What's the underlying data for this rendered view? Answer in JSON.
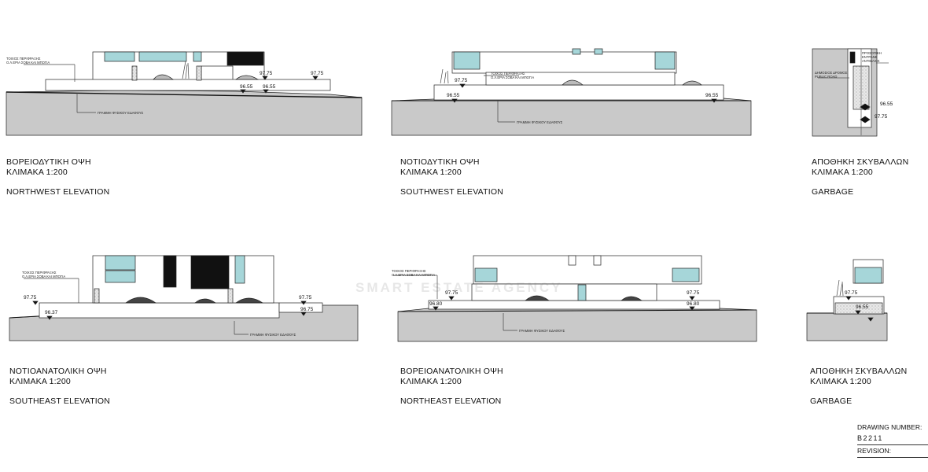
{
  "panels": [
    {
      "id": "nw",
      "title_gr": "ΒΟΡΕΙΟΔΥΤΙΚΗ ΟΨΗ",
      "scale": "ΚΛΙΜΑΚΑ 1:200",
      "title_en": "NORTHWEST ELEVATION",
      "note_fence": "ΤΟΙΧΟΣ ΠΕΡΙΦΡΑΞΗΣ\nΟ.Λ.ΕΡΙΑ ΣΟΒΑ ΚΑΙ ΜΠΟΓΙΑ",
      "note_ground": "ΓΡΑΜΜΗ ΦΥΣΙΚΟΥ ΕΔΑΦΟΥΣ",
      "levels": [
        "97.75",
        "96.55",
        "96.55",
        "97.75"
      ]
    },
    {
      "id": "sw",
      "title_gr": "ΝΟΤΙΟΔΥΤΙΚΗ ΟΨΗ",
      "scale": "ΚΛΙΜΑΚΑ 1:200",
      "title_en": "SOUTHWEST ELEVATION",
      "note_fence": "ΤΟΙΧΟΣ ΠΕΡΙΦΡΑΞΗΣ\nΟ.Λ.ΕΡΙΑ ΣΟΒΑ ΚΑΙ ΜΠΟΓΙΑ",
      "note_ground": "ΓΡΑΜΜΗ ΦΥΣΙΚΟΥ ΕΔΑΦΟΥΣ",
      "levels": [
        "97.75",
        "96.55",
        "96.55"
      ]
    },
    {
      "id": "garbage1",
      "title_gr": "ΑΠΟΘΗΚΗ ΣΚΥΒΑΛΛΩΝ",
      "scale": "ΚΛΙΜΑΚΑ 1:200",
      "title_en": "GARBAGE",
      "note_a": "ΠΡΟΣΟΠΙΚΗ\nΕΝΤΡΑΝΣ\nΑΝΤΙΜΑΧΙΚ",
      "note_b": "ΔΗΜΟΣΙΟΣ ΔΡΟΜΟΣ\nPUBLIC ROAD",
      "levels": [
        "96.55",
        "97.75"
      ]
    },
    {
      "id": "se",
      "title_gr": "ΝΟΤΙΟΑΝΑΤΟΛΙΚΗ ΟΨΗ",
      "scale": "ΚΛΙΜΑΚΑ 1:200",
      "title_en": "SOUTHEAST ELEVATION",
      "note_fence": "ΤΟΙΧΟΣ ΠΕΡΙΦΡΑΞΗΣ\nΟ.Λ.ΕΡΙΑ ΣΟΒΑ ΚΑΙ ΜΠΟΓΙΑ",
      "note_ground": "ΓΡΑΜΜΗ ΦΥΣΙΚΟΥ ΕΔΑΦΟΥΣ",
      "levels": [
        "97.75",
        "96.37",
        "97.75",
        "96.75"
      ]
    },
    {
      "id": "ne",
      "title_gr": "ΒΟΡΕΙΟΑΝΑΤΟΛΙΚΗ ΟΨΗ",
      "scale": "ΚΛΙΜΑΚΑ 1:200",
      "title_en": "NORTHEAST ELEVATION",
      "note_fence": "ΤΟΙΧΟΣ ΠΕΡΙΦΡΑΞΗΣ\nΟ.Λ.ΕΡΙΑ ΣΟΒΑ ΚΑΙ ΜΠΟΓΙΑ",
      "note_ground": "ΓΡΑΜΜΗ ΦΥΣΙΚΟΥ ΕΔΑΦΟΥΣ",
      "levels": [
        "97.75",
        "96.80",
        "97.75",
        "96.80"
      ]
    },
    {
      "id": "garbage2",
      "title_gr": "ΑΠΟΘΗΚΗ ΣΚΥΒΑΛΛΩΝ",
      "scale": "ΚΛΙΜΑΚΑ 1:200",
      "title_en": "GARBAGE",
      "levels": [
        "97.75",
        "96.55"
      ]
    }
  ],
  "title_block": {
    "number_label": "DRAWING NUMBER:",
    "number": "B2211",
    "revision_label": "REVISION:"
  },
  "watermark": "SMART ESTATE AGENCY",
  "colors": {
    "ground": "#c9c9c9",
    "glass": "#a6d6d9",
    "dark": "#111111",
    "line": "#222222"
  }
}
